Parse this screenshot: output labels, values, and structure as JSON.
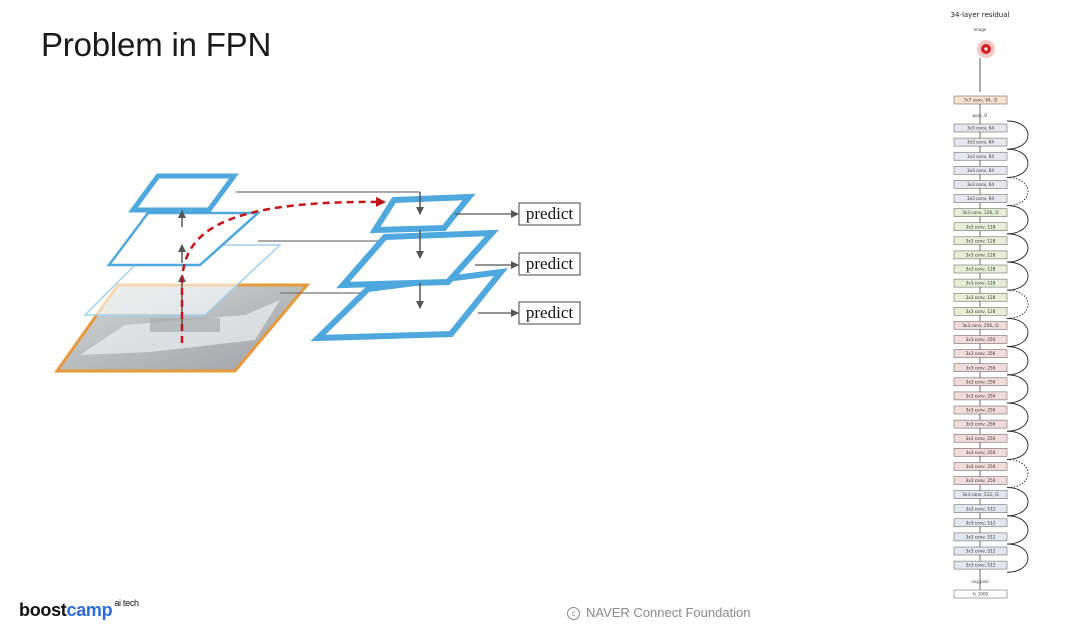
{
  "slide": {
    "title": "Problem in FPN"
  },
  "fpn": {
    "predict_labels": [
      "predict",
      "predict",
      "predict"
    ]
  },
  "resnet": {
    "title": "34-layer residual",
    "input_label": "image",
    "pool_label": "pool, /2",
    "avgpool_label": "avg pool",
    "fc_label": "fc 1000",
    "layers": [
      {
        "label": "7x7 conv, 64, /2",
        "color": "#f7e2cf"
      },
      {
        "label": "3x3 conv, 64",
        "color": "#e6e6ef"
      },
      {
        "label": "3x3 conv, 64",
        "color": "#e6e6ef"
      },
      {
        "label": "3x3 conv, 64",
        "color": "#e6e6ef"
      },
      {
        "label": "3x3 conv, 64",
        "color": "#e6e6ef"
      },
      {
        "label": "3x3 conv, 64",
        "color": "#e6e6ef"
      },
      {
        "label": "3x3 conv, 64",
        "color": "#e6e6ef"
      },
      {
        "label": "3x3 conv, 128, /2",
        "color": "#e8eed6"
      },
      {
        "label": "3x3 conv, 128",
        "color": "#e8eed6"
      },
      {
        "label": "3x3 conv, 128",
        "color": "#e8eed6"
      },
      {
        "label": "3x3 conv, 128",
        "color": "#e8eed6"
      },
      {
        "label": "3x3 conv, 128",
        "color": "#e8eed6"
      },
      {
        "label": "3x3 conv, 128",
        "color": "#e8eed6"
      },
      {
        "label": "3x3 conv, 128",
        "color": "#e8eed6"
      },
      {
        "label": "3x3 conv, 128",
        "color": "#e8eed6"
      },
      {
        "label": "3x3 conv, 256, /2",
        "color": "#f2dbdb"
      },
      {
        "label": "3x3 conv, 256",
        "color": "#f2dbdb"
      },
      {
        "label": "3x3 conv, 256",
        "color": "#f2dbdb"
      },
      {
        "label": "3x3 conv, 256",
        "color": "#f2dbdb"
      },
      {
        "label": "3x3 conv, 256",
        "color": "#f2dbdb"
      },
      {
        "label": "3x3 conv, 256",
        "color": "#f2dbdb"
      },
      {
        "label": "3x3 conv, 256",
        "color": "#f2dbdb"
      },
      {
        "label": "3x3 conv, 256",
        "color": "#f2dbdb"
      },
      {
        "label": "3x3 conv, 256",
        "color": "#f2dbdb"
      },
      {
        "label": "3x3 conv, 256",
        "color": "#f2dbdb"
      },
      {
        "label": "3x3 conv, 256",
        "color": "#f2dbdb"
      },
      {
        "label": "3x3 conv, 256",
        "color": "#f2dbdb"
      },
      {
        "label": "3x3 conv, 512, /2",
        "color": "#e3e6ee"
      },
      {
        "label": "3x3 conv, 512",
        "color": "#e3e6ee"
      },
      {
        "label": "3x3 conv, 512",
        "color": "#e3e6ee"
      },
      {
        "label": "3x3 conv, 512",
        "color": "#e3e6ee"
      },
      {
        "label": "3x3 conv, 512",
        "color": "#e3e6ee"
      },
      {
        "label": "3x3 conv, 512",
        "color": "#e3e6ee"
      }
    ]
  },
  "footer": {
    "logo_part1": "boost",
    "logo_part2": "camp",
    "logo_sup": "ai tech",
    "copyright_symbol": "c",
    "copyright": "NAVER Connect Foundation"
  },
  "colors": {
    "pyramid_blue": "#4ea7dd",
    "image_border": "#e69a3c",
    "highlight_red": "#d31f1f"
  }
}
